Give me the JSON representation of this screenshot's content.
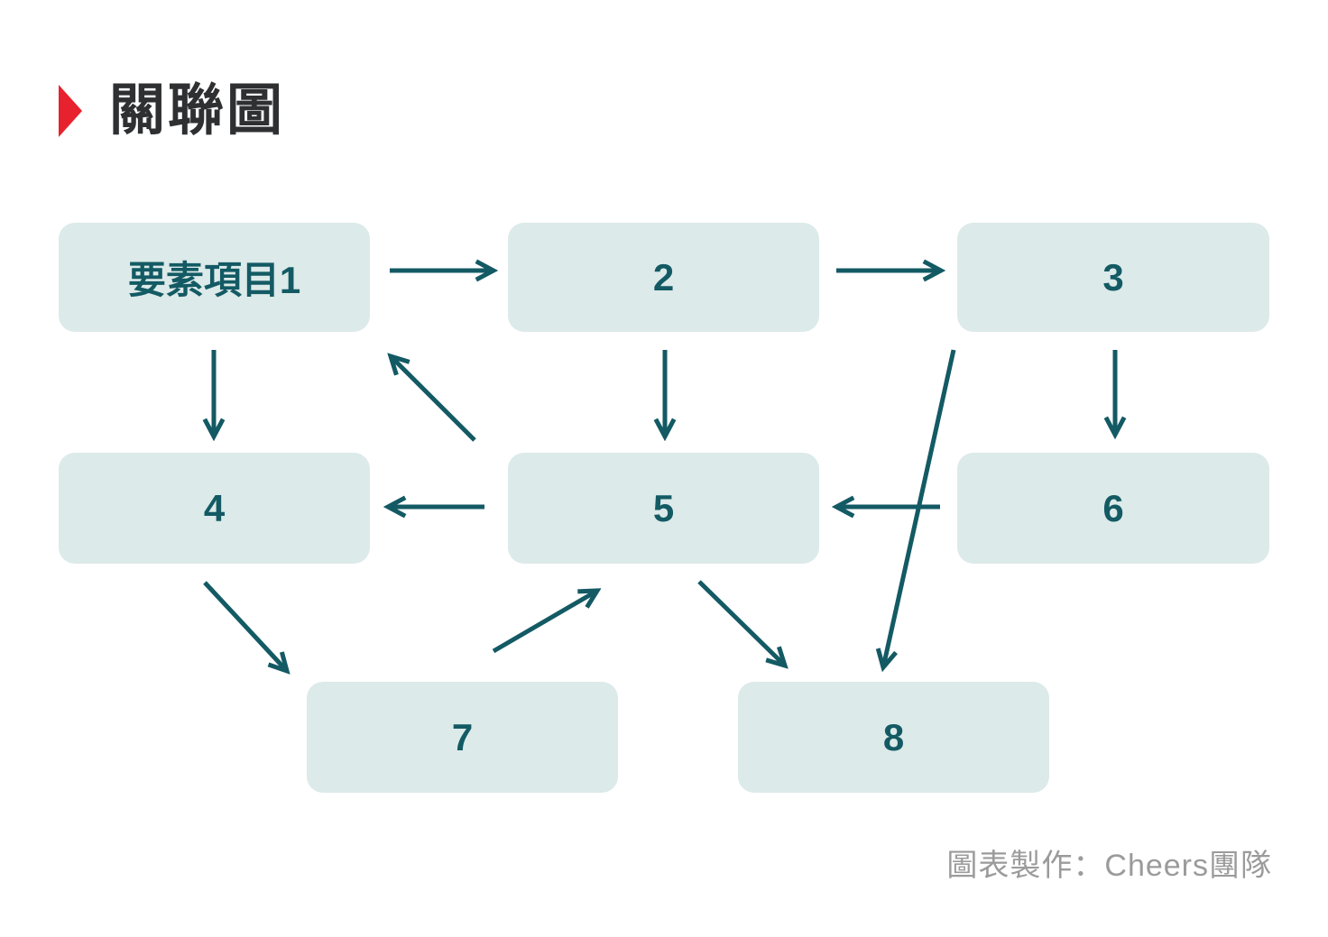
{
  "page": {
    "title": "關聯圖"
  },
  "icons": {
    "section_marker": "red-right-pointing-triangle"
  },
  "colors": {
    "accent_red": "#E8212E",
    "teal": "#135A64",
    "node_fill": "#DCEAE9",
    "title_text": "#2E3032",
    "credit_text": "#9B9B9B"
  },
  "diagram": {
    "nodes": [
      {
        "id": "1",
        "label": "要素項目1"
      },
      {
        "id": "2",
        "label": "2"
      },
      {
        "id": "3",
        "label": "3"
      },
      {
        "id": "4",
        "label": "4"
      },
      {
        "id": "5",
        "label": "5"
      },
      {
        "id": "6",
        "label": "6"
      },
      {
        "id": "7",
        "label": "7"
      },
      {
        "id": "8",
        "label": "8"
      }
    ],
    "edges": [
      {
        "from": "1",
        "to": "2"
      },
      {
        "from": "2",
        "to": "3"
      },
      {
        "from": "1",
        "to": "4"
      },
      {
        "from": "2",
        "to": "5"
      },
      {
        "from": "3",
        "to": "6"
      },
      {
        "from": "5",
        "to": "1"
      },
      {
        "from": "5",
        "to": "4"
      },
      {
        "from": "6",
        "to": "5"
      },
      {
        "from": "3",
        "to": "8"
      },
      {
        "from": "4",
        "to": "7"
      },
      {
        "from": "7",
        "to": "5"
      },
      {
        "from": "5",
        "to": "8"
      }
    ]
  },
  "footer": {
    "credit": "圖表製作：Cheers團隊"
  }
}
